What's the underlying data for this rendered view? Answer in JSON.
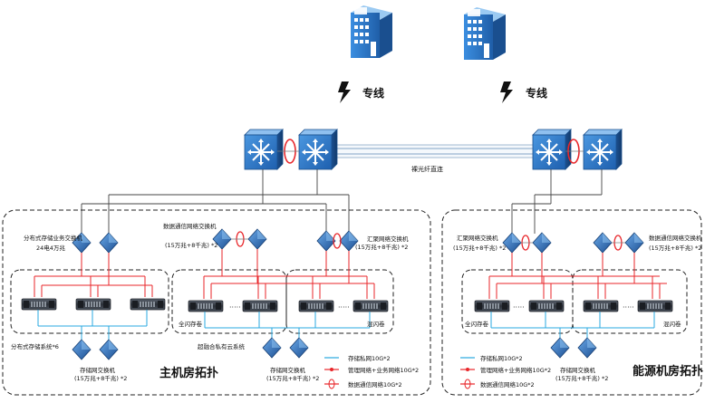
{
  "labels": {
    "leased_line_1": "专线",
    "leased_line_2": "专线",
    "bare_fiber": "裸光纤直连",
    "dist_storage_switch": "分布式存储业务交换机",
    "dist_storage_switch_spec": "24电4万兆",
    "data_comm_switch_main": "数据通信网络交换机",
    "data_comm_switch_main_spec": "(15万兆+8千兆) *2",
    "agg_switch_main": "汇聚网络交换机",
    "agg_switch_main_spec": "(15万兆+8千兆) *2",
    "agg_switch_energy": "汇聚网络交换机",
    "agg_switch_energy_spec": "(15万兆+8千兆) *2",
    "data_comm_switch_energy": "数据通信网络交换机",
    "data_comm_switch_energy_spec": "(15万兆+8千兆) *2",
    "flash_volume_main": "全闪存卷",
    "hybrid_volume_main": "混闪卷",
    "flash_volume_energy": "全闪存卷",
    "hybrid_volume_energy": "混闪卷",
    "dist_storage_system": "分布式存储系统*6",
    "hyper_cloud": "超融合私有云系统",
    "storage_switch_main_a": "存储网交换机",
    "storage_switch_main_a_spec": "(15万兆+8千兆) *2",
    "storage_switch_main_b": "存储网交换机",
    "storage_switch_main_b_spec": "(15万兆+8千兆) *2",
    "storage_switch_energy": "存储网交换机",
    "storage_switch_energy_spec": "(15万兆+8千兆) *2",
    "main_room_title": "主机房拓扑",
    "energy_room_title": "能源机房拓扑"
  },
  "legend_main": [
    {
      "label": "存储私网10G*2",
      "color": "#29a8e0"
    },
    {
      "label": "管理网络+业务网络10G*2",
      "color": "#e8262a"
    },
    {
      "label": "数据通信网络10G*2",
      "color": "#e8262a"
    }
  ],
  "legend_energy": [
    {
      "label": "存储私网10G*2",
      "color": "#29a8e0"
    },
    {
      "label": "管理网络+业务网络10G*2",
      "color": "#e8262a"
    },
    {
      "label": "数据通信网络10G*2",
      "color": "#e8262a"
    }
  ],
  "colors": {
    "blue_line": "#29a8e0",
    "red_line": "#e8262a",
    "switch_blue": "#2a6fc0",
    "building_blue": "#2d7dd2"
  }
}
